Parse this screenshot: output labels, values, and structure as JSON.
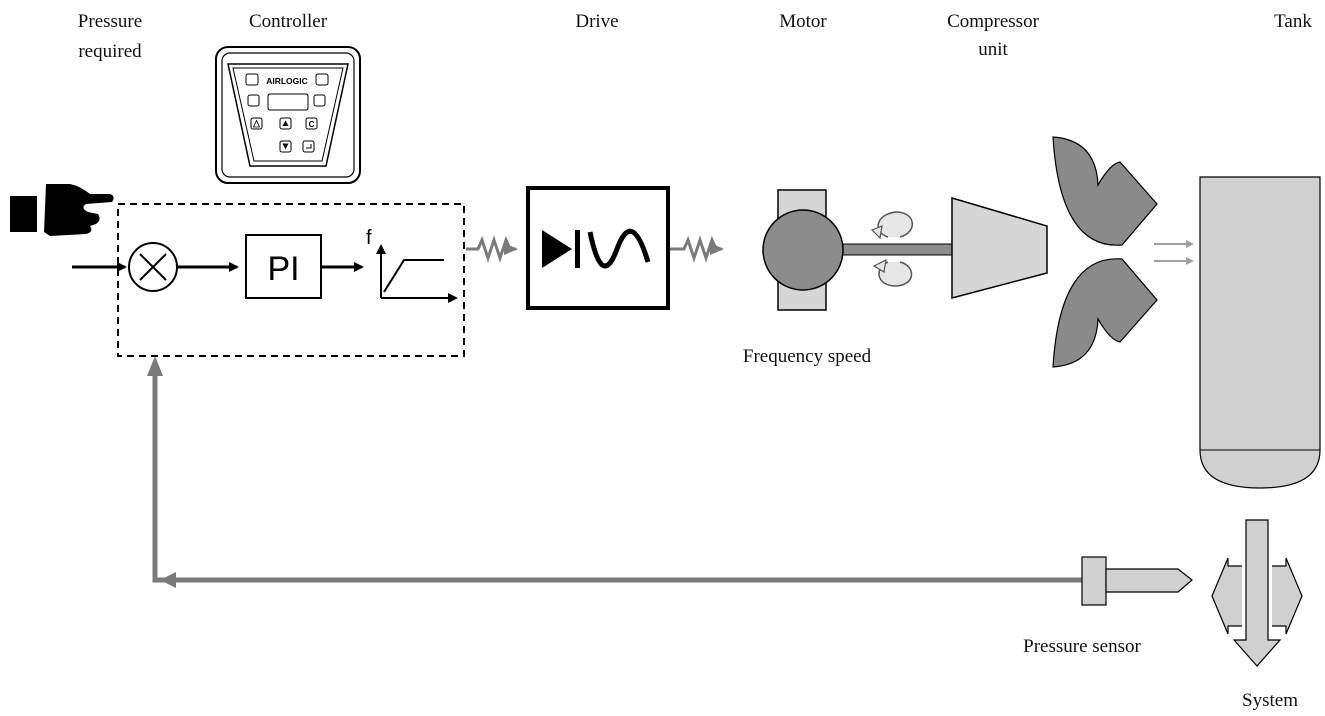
{
  "labels": {
    "pressure_required_line1": "Pressure",
    "pressure_required_line2": "required",
    "controller": "Controller",
    "drive": "Drive",
    "motor": "Motor",
    "compressor_line1": "Compressor",
    "compressor_line2": "unit",
    "tank": "Tank",
    "frequency_speed": "Frequency speed",
    "pressure_sensor": "Pressure sensor",
    "system": "System"
  },
  "blocks": {
    "pi": "PI",
    "ramp_axis": "f"
  },
  "controller_panel": {
    "brand": "AIRLOGIC",
    "btn_c": "C"
  },
  "colors": {
    "feedback_line": "#7a7a7a",
    "motor_fill": "#8c8c8c",
    "compressor_fill": "#d6d6d6",
    "tank_fill": "#d0d0d0",
    "elbow_fill": "#8a8a8a"
  }
}
